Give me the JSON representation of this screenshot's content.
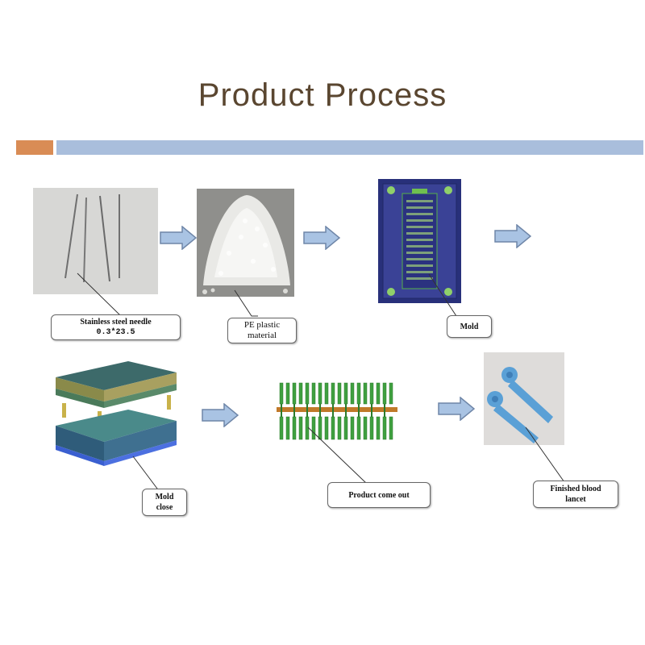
{
  "title": "Product Process",
  "colors": {
    "title": "#5a4630",
    "accent_bar": "#d98c55",
    "header_bar": "#a9bedc",
    "arrow_fill": "#a9c3e3",
    "arrow_stroke": "#6f86a8",
    "lancet_blue": "#5aa0d6"
  },
  "steps": {
    "needle": {
      "line1": "Stainless steel needle",
      "line2": "0.3*23.5",
      "icon": "needle-photo"
    },
    "plastic": {
      "line1": "PE plastic",
      "line2": "material",
      "icon": "plastic-pellets-photo"
    },
    "mold": {
      "line1": "Mold",
      "icon": "mold-photo"
    },
    "mold_close": {
      "line1": "Mold",
      "line2": "close",
      "icon": "mold-close-photo"
    },
    "product_out": {
      "line1": "Product come out",
      "icon": "product-strip-photo"
    },
    "finished": {
      "line1": "Finished blood",
      "line2": "lancet",
      "icon": "blood-lancet-photo"
    }
  },
  "arrows": [
    "right-arrow-icon",
    "right-arrow-icon",
    "right-arrow-icon",
    "right-arrow-icon",
    "right-arrow-icon"
  ]
}
